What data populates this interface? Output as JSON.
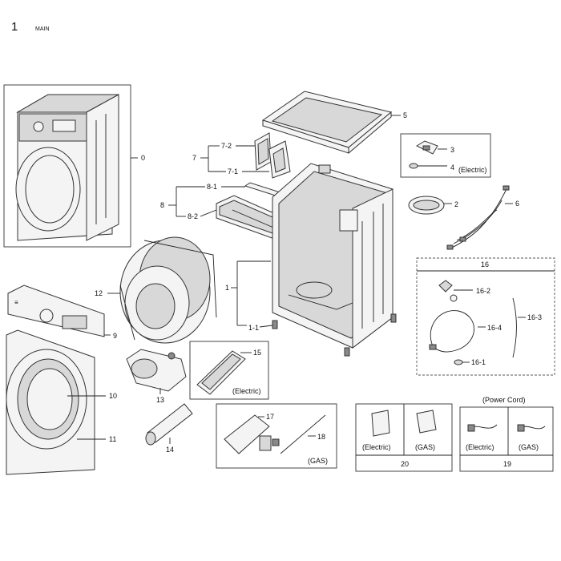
{
  "header": {
    "page_number": "1",
    "section": "MAIN"
  },
  "labels": {
    "l0": "0",
    "l1": "1",
    "l1_1": "1-1",
    "l2": "2",
    "l3": "3",
    "l4": "4",
    "l5": "5",
    "l6": "6",
    "l7": "7",
    "l7_1": "7-1",
    "l7_2": "7-2",
    "l8": "8",
    "l8_1": "8-1",
    "l8_2": "8-2",
    "l9": "9",
    "l10": "10",
    "l11": "11",
    "l12": "12",
    "l13": "13",
    "l14": "14",
    "l15": "15",
    "l16": "16",
    "l16_1": "16-1",
    "l16_2": "16-2",
    "l16_3": "16-3",
    "l16_4": "16-4",
    "l17": "17",
    "l18": "18",
    "l19": "19",
    "l20": "20"
  },
  "notes": {
    "electric_3_4": "(Electric)",
    "electric_15": "(Electric)",
    "gas_17_18": "(GAS)",
    "power_cord": "(Power Cord)",
    "b20_electric": "(Electric)",
    "b20_gas": "(GAS)",
    "b19_electric": "(Electric)",
    "b19_gas": "(GAS)"
  }
}
